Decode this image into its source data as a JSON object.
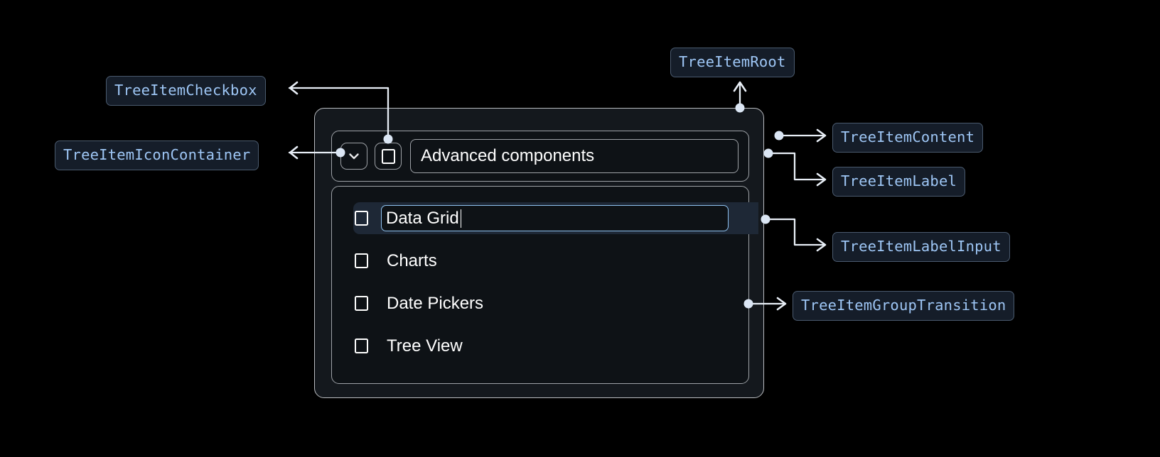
{
  "diagram": {
    "title": "TreeItem anatomy annotation diagram",
    "accent_color": "#9ec6f5",
    "badge_bg": "#151d29",
    "badge_border": "#4a5a6e",
    "wire_color": "#e8eef6",
    "panel_bg": "#14181d",
    "panel_border": "#b9bcc0",
    "selected_row_bg": "#1e2836",
    "input_border": "#8fc2f0"
  },
  "annotations": [
    {
      "id": "tree-item-checkbox",
      "label": "TreeItemCheckbox"
    },
    {
      "id": "tree-item-icon-container",
      "label": "TreeItemIconContainer"
    },
    {
      "id": "tree-item-root",
      "label": "TreeItemRoot"
    },
    {
      "id": "tree-item-content",
      "label": "TreeItemContent"
    },
    {
      "id": "tree-item-label",
      "label": "TreeItemLabel"
    },
    {
      "id": "tree-item-label-input",
      "label": "TreeItemLabelInput"
    },
    {
      "id": "tree-item-group-transition",
      "label": "TreeItemGroupTransition"
    }
  ],
  "tree": {
    "root_item": {
      "label": "Advanced components",
      "expanded": true,
      "checked": false,
      "icon": "chevron-down-icon"
    },
    "children": [
      {
        "label": "Data Grid",
        "checked": false,
        "editing": true,
        "selected": true
      },
      {
        "label": "Charts",
        "checked": false,
        "editing": false,
        "selected": false
      },
      {
        "label": "Date Pickers",
        "checked": false,
        "editing": false,
        "selected": false
      },
      {
        "label": "Tree View",
        "checked": false,
        "editing": false,
        "selected": false
      }
    ]
  }
}
